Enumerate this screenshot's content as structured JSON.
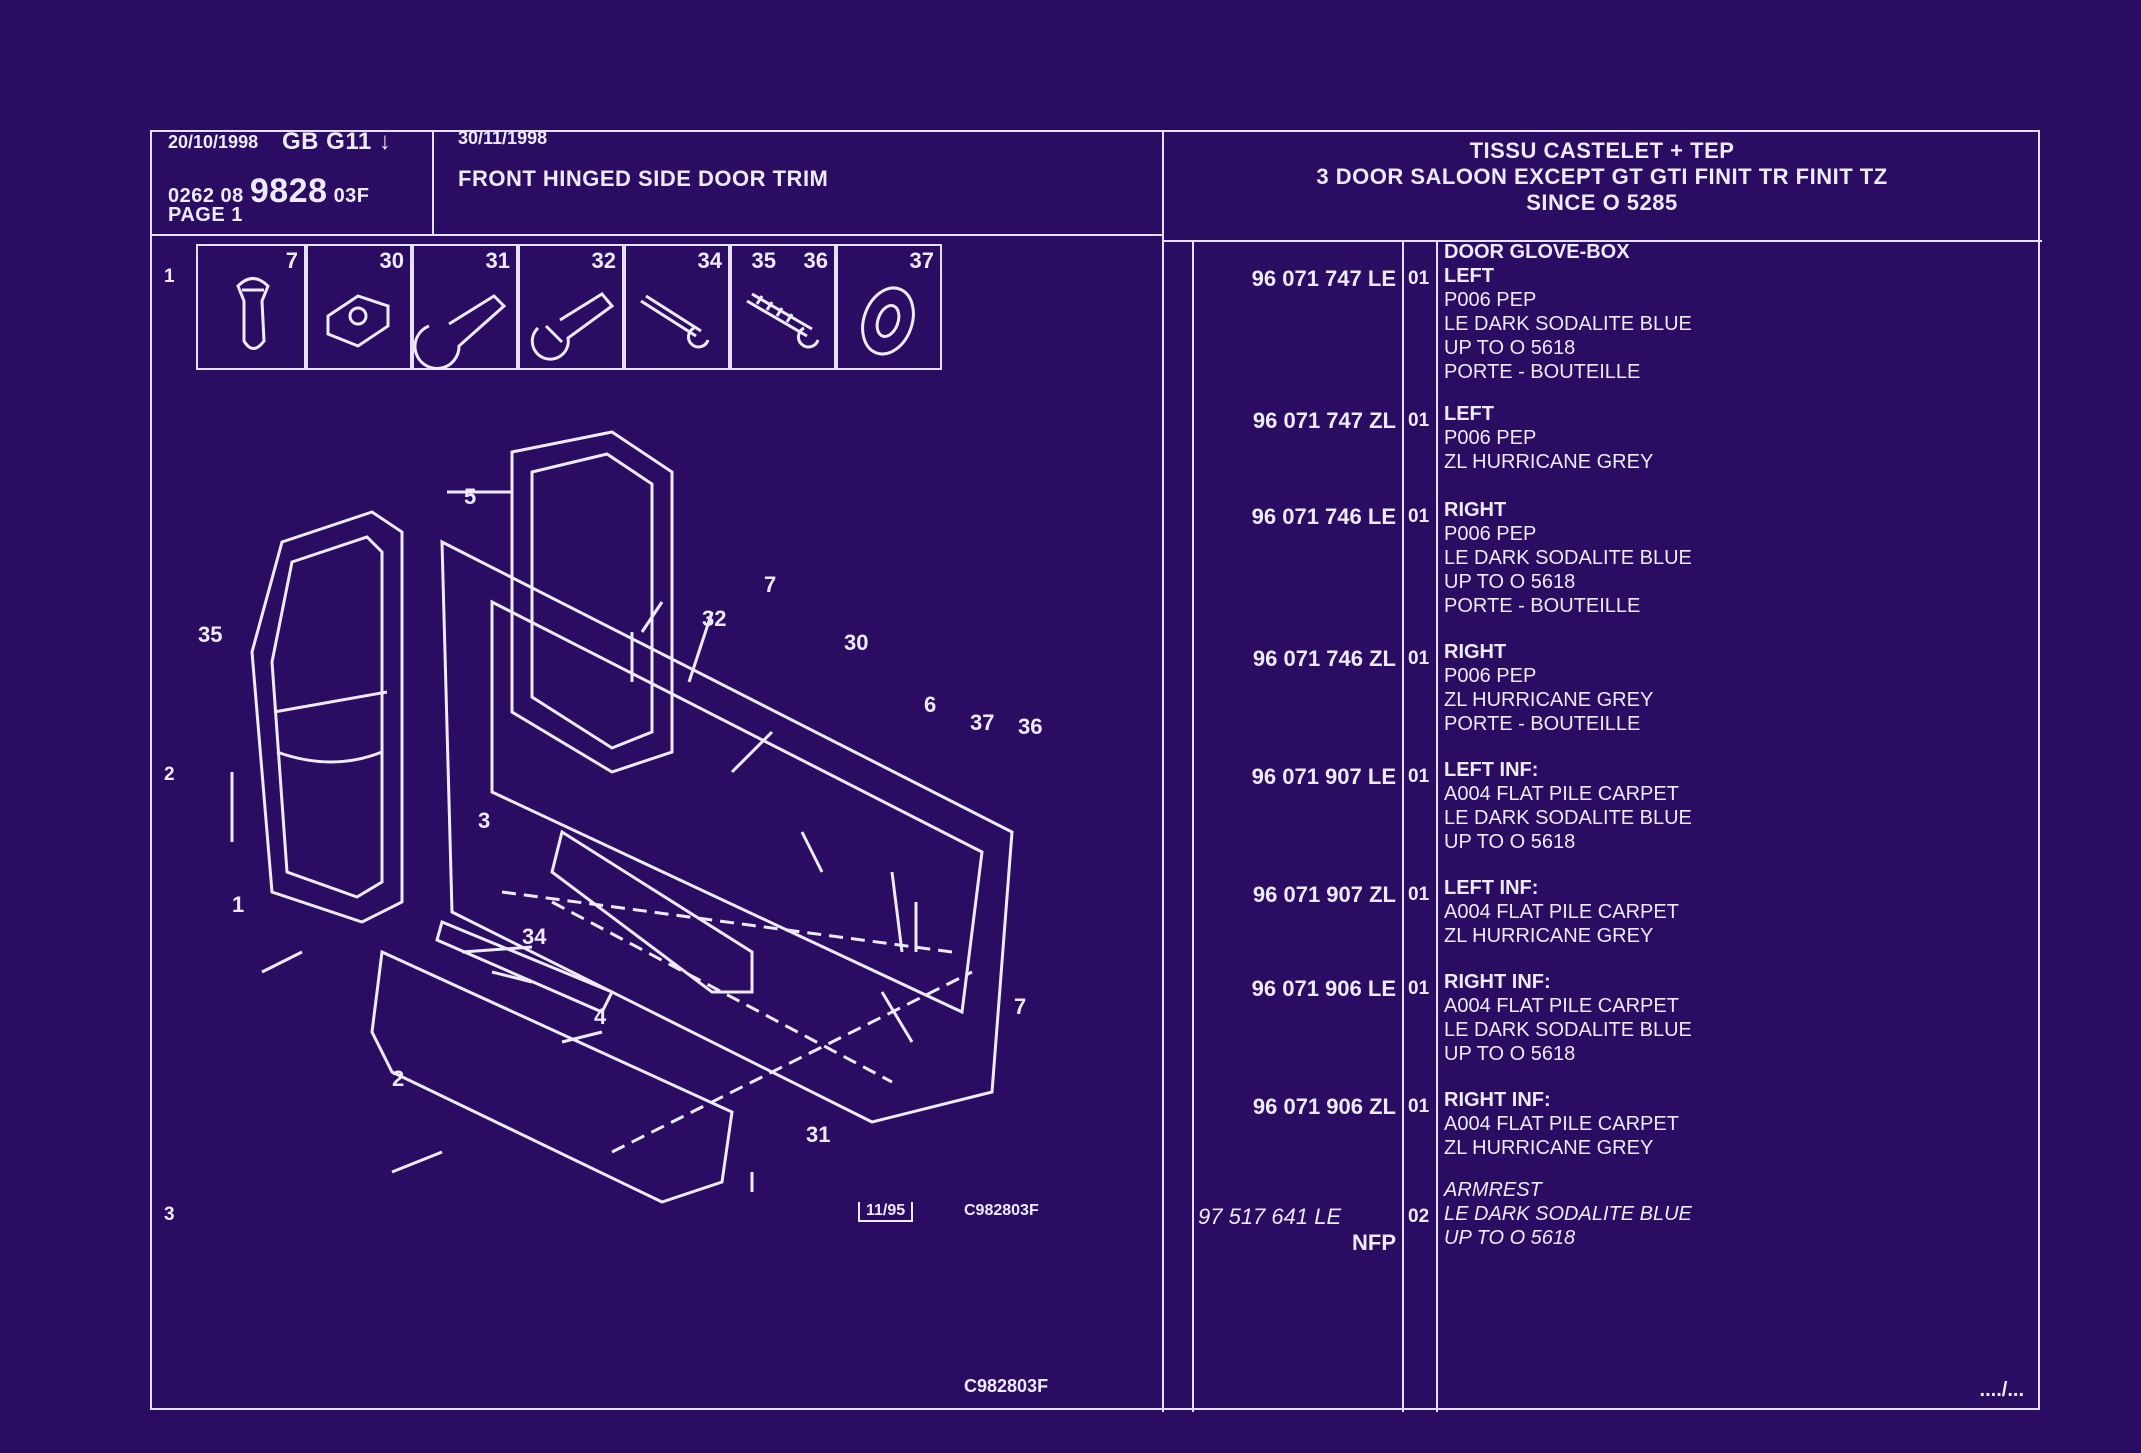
{
  "header": {
    "date": "20/10/1998",
    "region": "GB",
    "code": "G11",
    "arrow": "↓",
    "ref_prefix": "0262 08",
    "ref_main": "9828",
    "ref_suffix": "03F",
    "page": "PAGE 1",
    "date2": "30/11/1998",
    "title": "FRONT HINGED SIDE DOOR TRIM",
    "spec_line1": "TISSU CASTELET + TEP",
    "spec_line2": "3 DOOR SALOON EXCEPT GT GTI FINIT TR FINIT TZ",
    "spec_line3": "SINCE O 5285"
  },
  "fasteners": [
    "7",
    "30",
    "31",
    "32",
    "34",
    "35",
    "36",
    "37"
  ],
  "callouts": [
    "5",
    "1",
    "35",
    "32",
    "7",
    "30",
    "6",
    "37",
    "36",
    "3",
    "34",
    "4",
    "2",
    "7",
    "31"
  ],
  "diagram_footer": {
    "box": "11/95",
    "code": "C982803F",
    "bottom_code": "C982803F"
  },
  "parts": [
    {
      "num": "1",
      "pn": "96 071 747 LE",
      "qty": "01",
      "head": "DOOR GLOVE-BOX",
      "side": "LEFT",
      "lines": [
        "P006 PEP",
        "LE DARK SODALITE BLUE",
        "UP TO O 5618",
        "PORTE - BOUTEILLE"
      ]
    },
    {
      "num": "",
      "pn": "96 071 747 ZL",
      "qty": "01",
      "head": "",
      "side": "LEFT",
      "lines": [
        "P006 PEP",
        "ZL HURRICANE GREY"
      ]
    },
    {
      "num": "",
      "pn": "96 071 746 LE",
      "qty": "01",
      "head": "",
      "side": "RIGHT",
      "lines": [
        "P006 PEP",
        "LE DARK SODALITE BLUE",
        "UP TO O 5618",
        "PORTE - BOUTEILLE"
      ]
    },
    {
      "num": "",
      "pn": "96 071 746 ZL",
      "qty": "01",
      "head": "",
      "side": "RIGHT",
      "lines": [
        "P006 PEP",
        "ZL HURRICANE GREY",
        "PORTE - BOUTEILLE"
      ]
    },
    {
      "num": "2",
      "pn": "96 071 907 LE",
      "qty": "01",
      "head": "",
      "side": "LEFT INF:",
      "lines": [
        "A004 FLAT PILE CARPET",
        "LE DARK SODALITE BLUE",
        "UP TO O 5618"
      ]
    },
    {
      "num": "",
      "pn": "96 071 907 ZL",
      "qty": "01",
      "head": "",
      "side": "LEFT INF:",
      "lines": [
        "A004 FLAT PILE CARPET",
        "ZL HURRICANE GREY"
      ]
    },
    {
      "num": "",
      "pn": "96 071 906 LE",
      "qty": "01",
      "head": "",
      "side": "RIGHT INF:",
      "lines": [
        "A004 FLAT PILE CARPET",
        "LE DARK SODALITE BLUE",
        "UP TO O 5618"
      ]
    },
    {
      "num": "",
      "pn": "96 071 906 ZL",
      "qty": "01",
      "head": "",
      "side": "RIGHT INF:",
      "lines": [
        "A004 FLAT PILE CARPET",
        "ZL HURRICANE GREY"
      ]
    },
    {
      "num": "3",
      "pn": "97 517 641 LE",
      "qty": "02",
      "head": "ARMREST",
      "side": "",
      "lines": [
        "LE DARK SODALITE BLUE",
        "UP TO O 5618"
      ],
      "extra": "NFP"
    }
  ],
  "continuation": "..../...",
  "colors": {
    "background": "#2a0c62",
    "ink": "#eeeaff"
  }
}
